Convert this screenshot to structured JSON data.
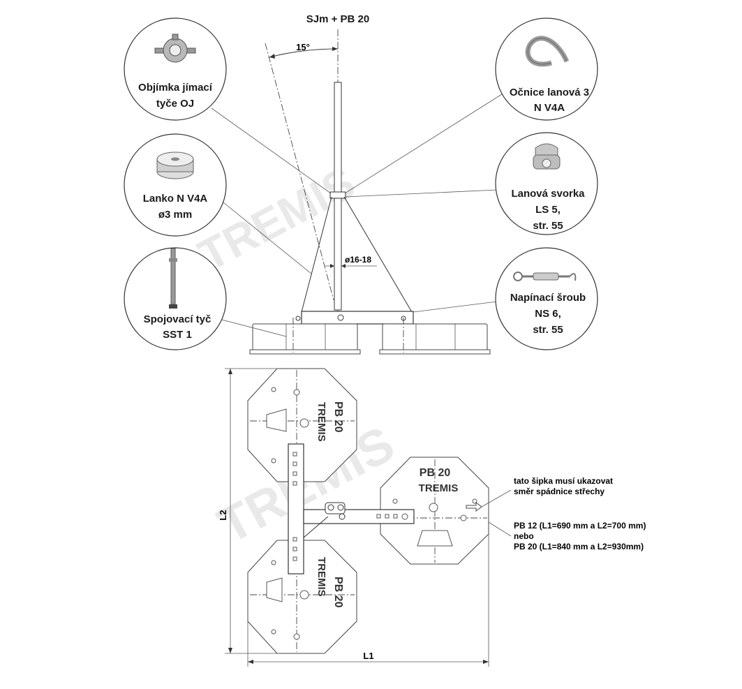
{
  "header": {
    "title": "SJm + PB 20"
  },
  "angle_label": "15°",
  "diameter_label": "ø16-18",
  "components": [
    {
      "icon": "rod-clamp-icon",
      "line1": "Objímka jímací",
      "line2": "tyče OJ",
      "line3": ""
    },
    {
      "icon": "wire-spool-icon",
      "line1": "Lanko N V4A",
      "line2": "ø3 mm",
      "line3": ""
    },
    {
      "icon": "connecting-rod-icon",
      "line1": "Spojovací tyč",
      "line2": "SST 1",
      "line3": ""
    },
    {
      "icon": "thimble-icon",
      "line1": "Očnice lanová 3",
      "line2": "N V4A",
      "line3": ""
    },
    {
      "icon": "wire-clamp-icon",
      "line1": "Lanová svorka",
      "line2": "LS 5,",
      "line3": "str. 55"
    },
    {
      "icon": "turnbuckle-icon",
      "line1": "Napínací šroub",
      "line2": "NS 6,",
      "line3": "str. 55"
    }
  ],
  "plan": {
    "base_label": "PB 20",
    "brand": "TREMIS",
    "dim_l1": "L1",
    "dim_l2": "L2",
    "note_arrow_1": "tato šipka musí ukazovat",
    "note_arrow_2": "směr spádnice střechy",
    "note_sizes_1": "PB 12 (L1=690 mm a L2=700 mm)",
    "note_sizes_2": "nebo",
    "note_sizes_3": "PB 20 (L1=840 mm a L2=930mm)"
  },
  "watermark": {
    "text": "TREMIS"
  },
  "colors": {
    "line": "#333333",
    "watermark": "#cfcfcf"
  }
}
